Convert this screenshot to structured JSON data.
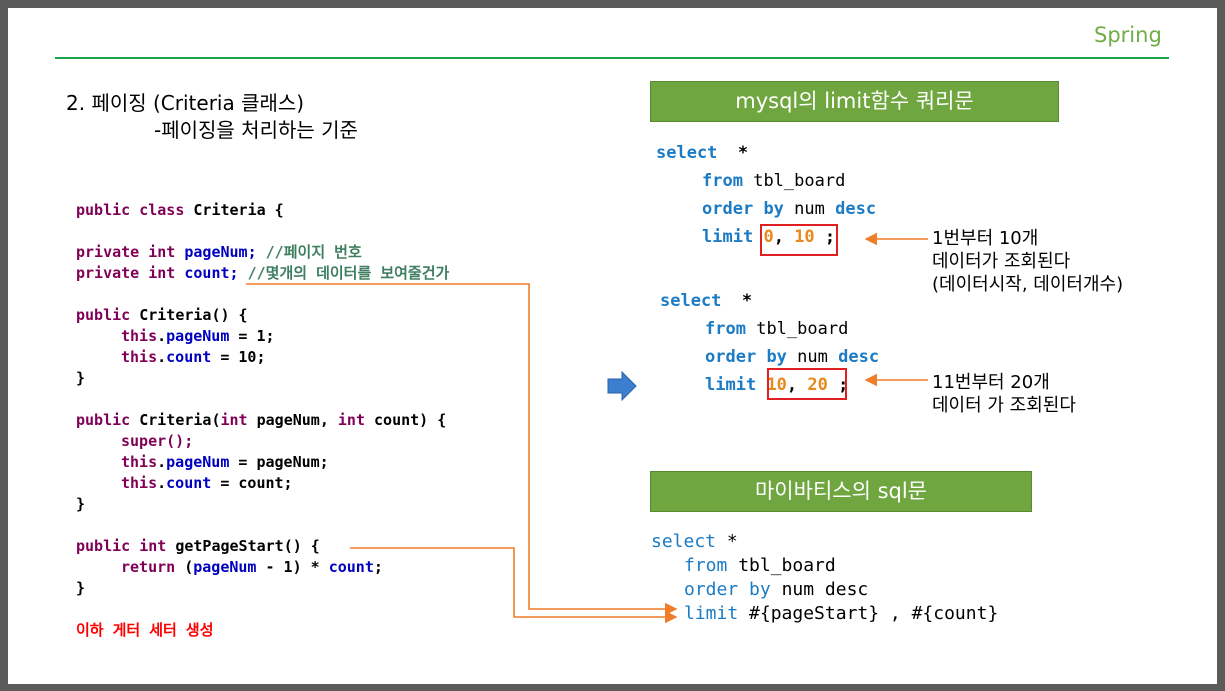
{
  "header": {
    "brand": "Spring"
  },
  "title": {
    "line1": "2. 페이징 (Criteria 클래스)",
    "line2": "-페이징을 처리하는 기준"
  },
  "java": {
    "kw_public": "public",
    "kw_class": "class",
    "class_name": "Criteria {",
    "kw_private": "private",
    "kw_int": "int",
    "field1_name": "pageNum;",
    "field1_comment": "//페이지 번호",
    "field2_name": "count;",
    "field2_comment": "//몇개의 데이터를 보여줄건가",
    "ctor1_sig": "Criteria() {",
    "kw_this": "this",
    "f_pageNum": "pageNum",
    "f_count": "count",
    "assign1": " = 1;",
    "assign10": " = 10;",
    "close": "}",
    "ctor2_sig_a": "Criteria(",
    "ctor2_sig_b": " pageNum, ",
    "ctor2_sig_c": " count) {",
    "super_call": "super();",
    "assign_pageNum": " = pageNum;",
    "assign_count": " = count;",
    "method_sig": "getPageStart() {",
    "kw_return": "return",
    "ret_a": " (",
    "ret_b": " - 1) * ",
    "ret_c": ";",
    "footer_note": "이하 게터 세터 생성"
  },
  "mysql_section": {
    "header": "mysql의 limit함수 쿼리문",
    "q1": {
      "select": "select",
      "star": "*",
      "from": "from",
      "table": "tbl_board",
      "order": "order",
      "by": "by",
      "col": "num",
      "desc": "desc",
      "limit": "limit",
      "v1": "0",
      "comma": ",",
      "v2": "10",
      "semi": ";"
    },
    "q2": {
      "select": "select",
      "star": "*",
      "from": "from",
      "table": "tbl_board",
      "order": "order",
      "by": "by",
      "col": "num",
      "desc": "desc",
      "limit": "limit",
      "v1": "10",
      "comma": ",",
      "v2": "20",
      "semi": ";"
    },
    "note1": [
      "1번부터 10개",
      "데이터가 조회된다",
      "(데이터시작, 데이터개수)"
    ],
    "note2": [
      "11번부터 20개",
      "데이터 가 조회된다"
    ]
  },
  "mybatis_section": {
    "header": "마이바티스의 sql문",
    "select": "select",
    "star": "*",
    "from": "from",
    "table": "tbl_board",
    "order": "order",
    "by": "by",
    "col": "num desc",
    "limit": "limit",
    "limit_rest": "#{pageStart} , #{count}"
  },
  "colors": {
    "green_header": "#70a63f",
    "accent_line": "#1aa24a",
    "arrow_orange": "#f07d2a",
    "arrow_blue": "#3c7fd0"
  }
}
